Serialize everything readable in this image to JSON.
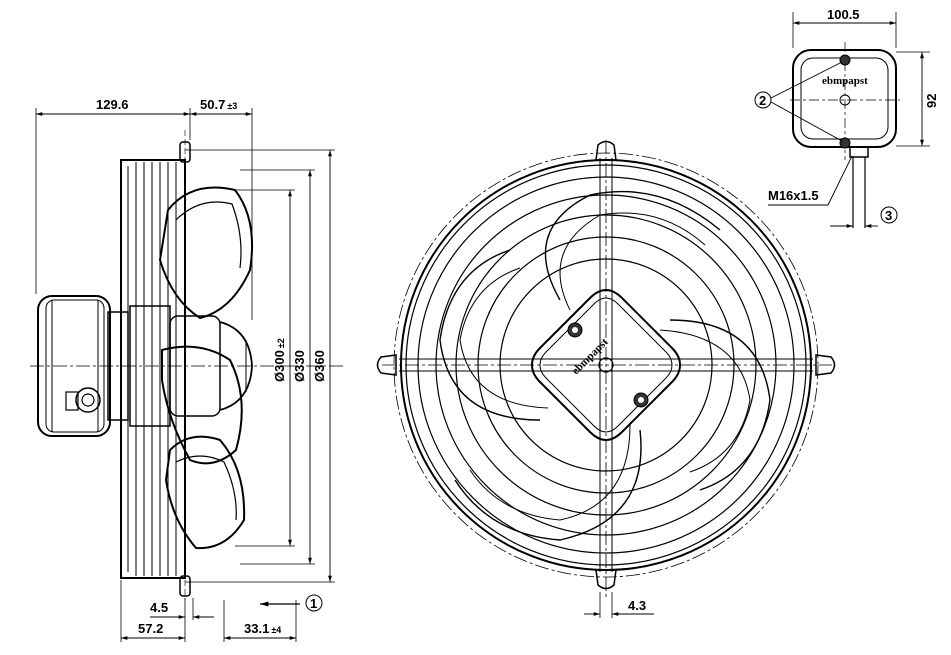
{
  "side_view": {
    "overall_depth": "129.6",
    "hub_depth": "50.7",
    "hub_depth_tol": "±3",
    "flange_offset": "4.5",
    "rear_depth": "57.2",
    "front_depth": "33.1",
    "front_depth_tol": "±4",
    "dia_impeller": "Ø300",
    "dia_impeller_tol": "±2",
    "dia_mid": "Ø330",
    "dia_outer": "Ø360",
    "airflow_callout": "1"
  },
  "front_view": {
    "rod_width": "4.3",
    "brand_label": "ebmpapst"
  },
  "terminal_box": {
    "width": "100.5",
    "height": "92",
    "gland_thread": "M16x1.5",
    "screws_callout": "2",
    "cable_callout": "3",
    "brand_label": "ebmpapst"
  }
}
